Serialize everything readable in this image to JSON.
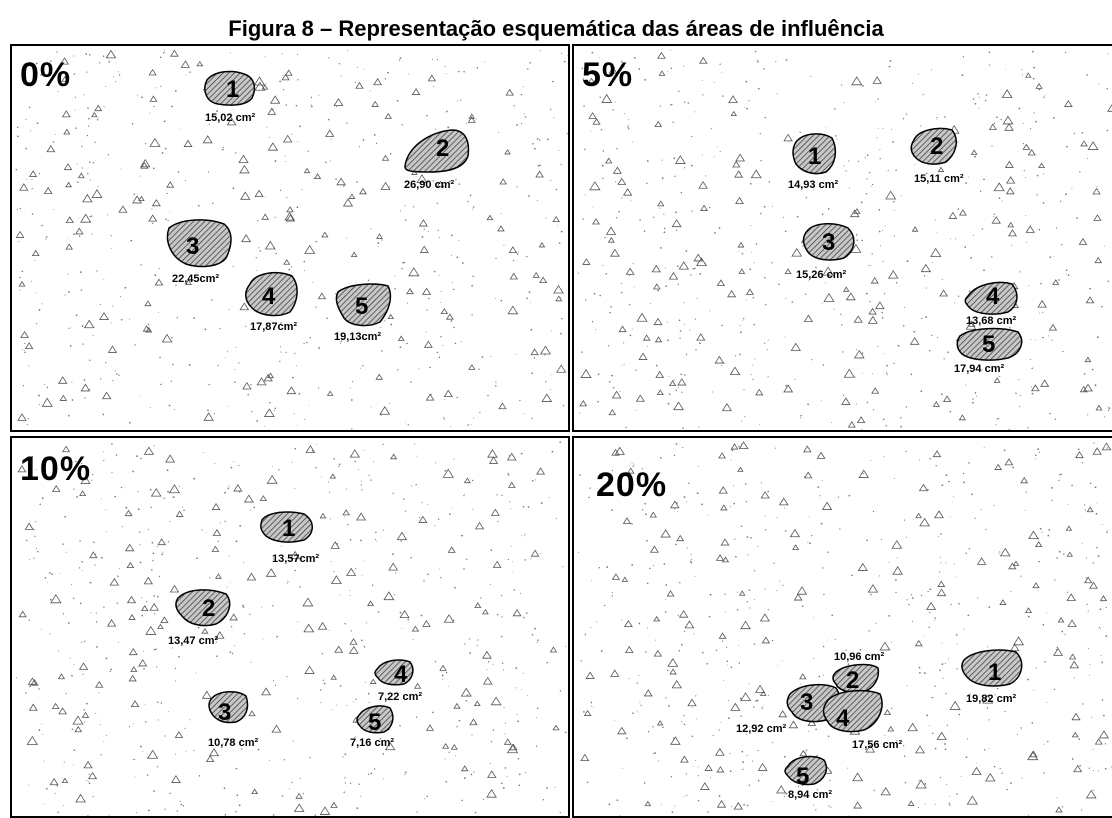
{
  "title": "Figura 8 – Representação esquemática das áreas de influência",
  "panels": [
    {
      "label": "0%",
      "regions": [
        {
          "number": "1",
          "area": "15,02 cm²"
        },
        {
          "number": "2",
          "area": "26,90 cm²"
        },
        {
          "number": "3",
          "area": "22,45cm²"
        },
        {
          "number": "4",
          "area": "17,87cm²"
        },
        {
          "number": "5",
          "area": "19,13cm²"
        }
      ]
    },
    {
      "label": "5%",
      "regions": [
        {
          "number": "1",
          "area": "14,93 cm²"
        },
        {
          "number": "2",
          "area": "15,11 cm²"
        },
        {
          "number": "3",
          "area": "15,26 cm²"
        },
        {
          "number": "4",
          "area": "13,68 cm²"
        },
        {
          "number": "5",
          "area": "17,94 cm²"
        }
      ]
    },
    {
      "label": "10%",
      "regions": [
        {
          "number": "1",
          "area": "13,57cm²"
        },
        {
          "number": "2",
          "area": "13,47 cm²"
        },
        {
          "number": "3",
          "area": "10,78 cm²"
        },
        {
          "number": "4",
          "area": "7,22 cm²"
        },
        {
          "number": "5",
          "area": "7,16 cm²"
        }
      ]
    },
    {
      "label": "20%",
      "regions": [
        {
          "number": "1",
          "area": "19,82 cm²"
        },
        {
          "number": "2",
          "area": "10,96 cm²"
        },
        {
          "number": "3",
          "area": "12,92 cm²"
        },
        {
          "number": "4",
          "area": "17,56 cm²"
        },
        {
          "number": "5",
          "area": "8,94 cm²"
        }
      ]
    }
  ]
}
